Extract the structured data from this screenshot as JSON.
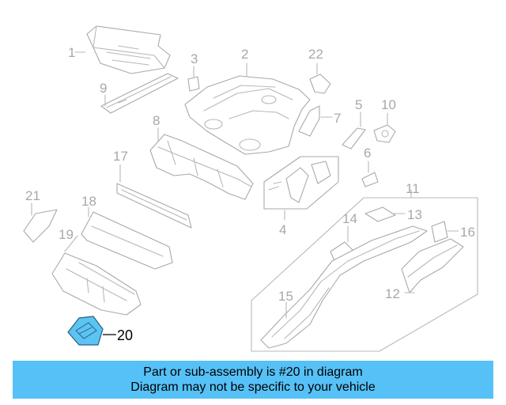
{
  "diagram": {
    "labels": {
      "p1": "1",
      "p2": "2",
      "p3": "3",
      "p4": "4",
      "p5": "5",
      "p6": "6",
      "p7": "7",
      "p8": "8",
      "p9": "9",
      "p10": "10",
      "p11": "11",
      "p12": "12",
      "p13": "13",
      "p14": "14",
      "p15": "15",
      "p16": "16",
      "p17": "17",
      "p18": "18",
      "p19": "19",
      "p20": "20",
      "p21": "21",
      "p22": "22"
    },
    "highlight_color": "#5bc4f5"
  },
  "banner": {
    "line1": "Part or sub-assembly is #20 in diagram",
    "line2": "Diagram may not be specific to your vehicle",
    "color": "#56c1f7"
  }
}
